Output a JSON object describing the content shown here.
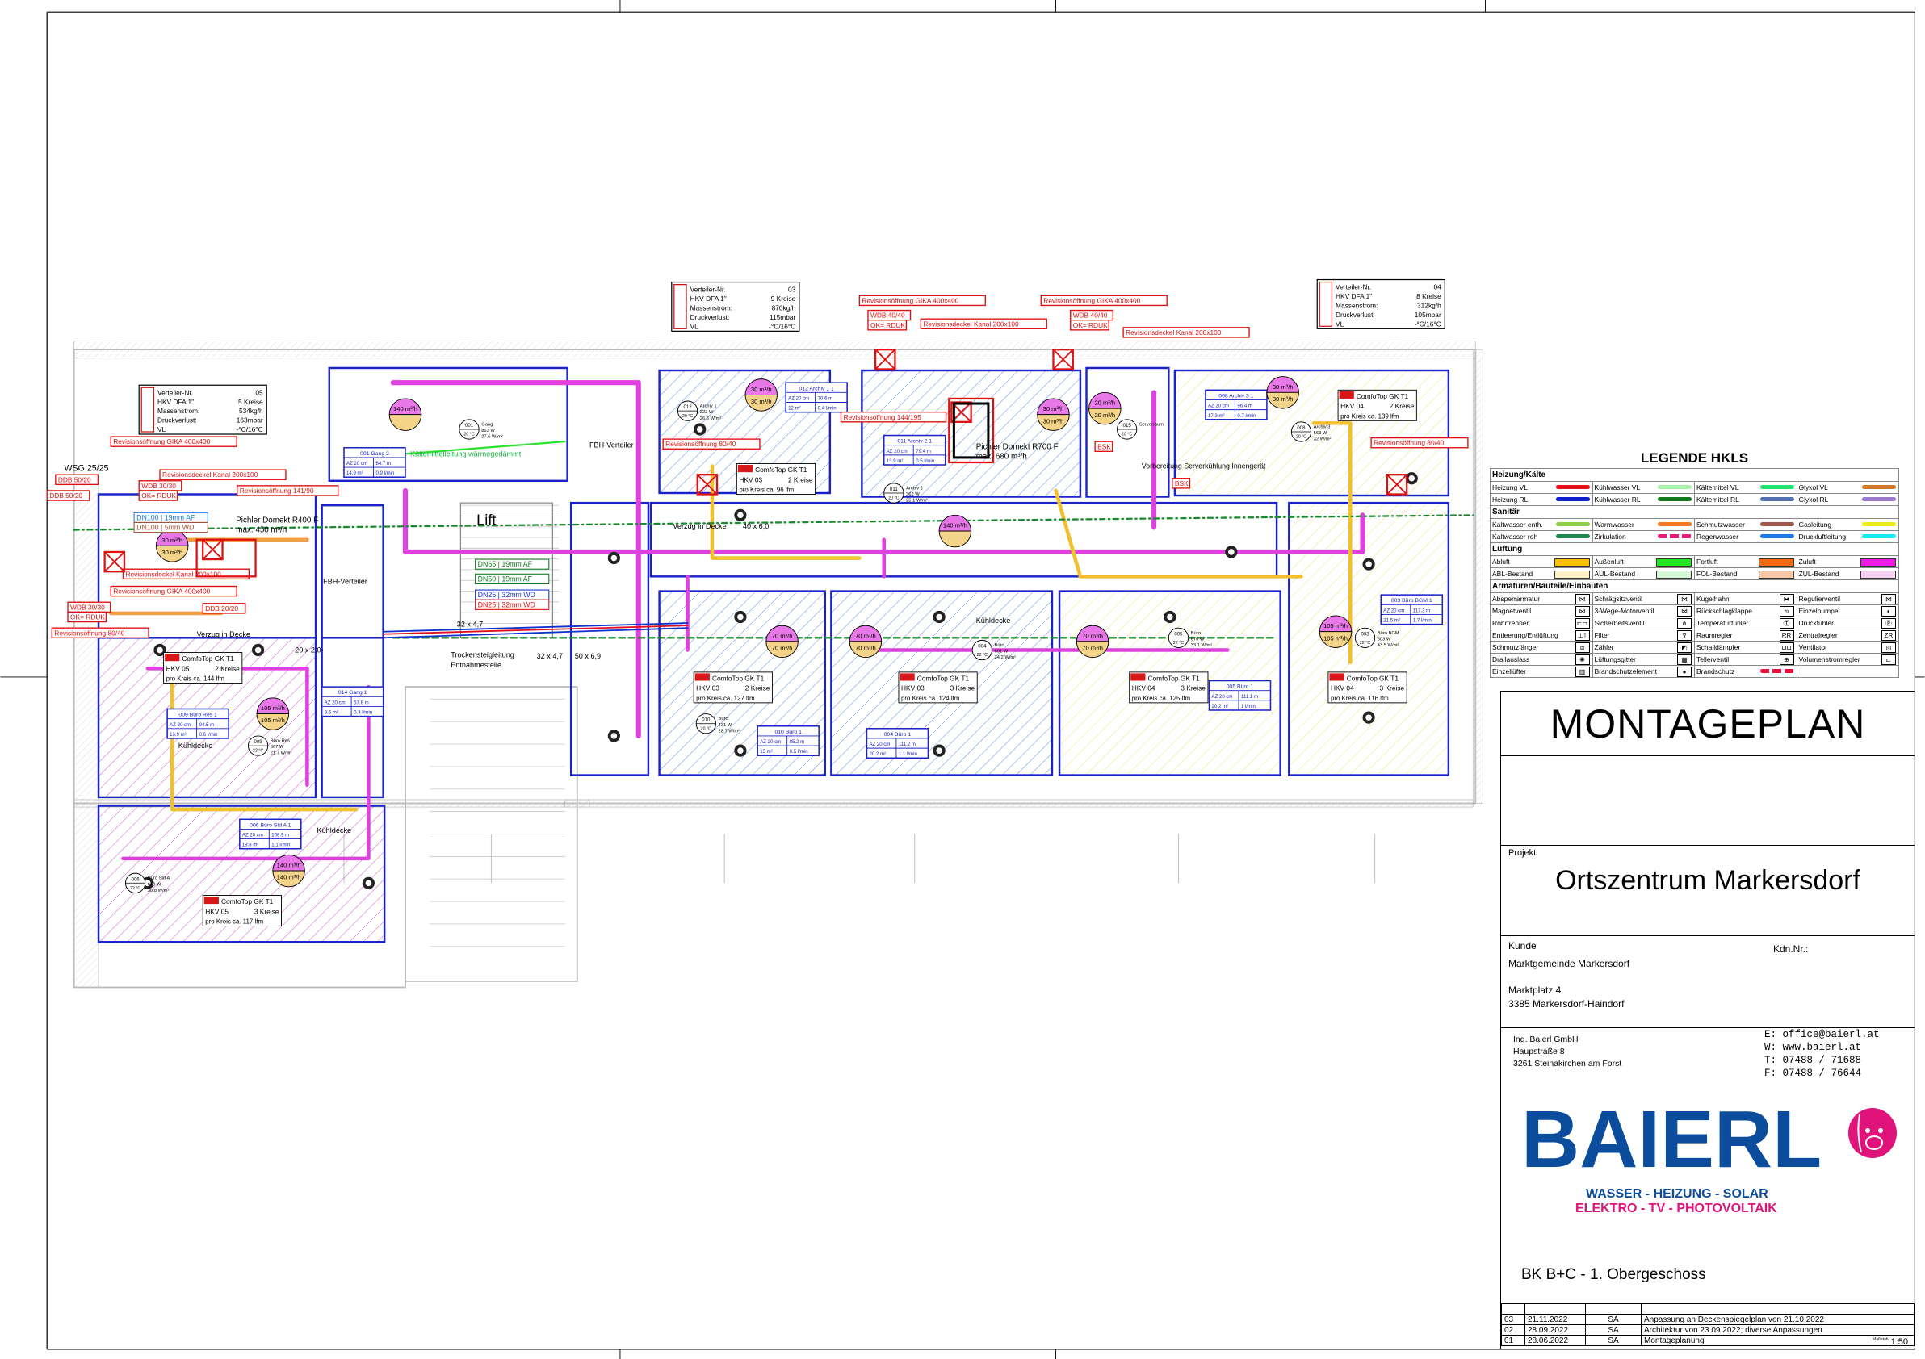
{
  "plan": {
    "distributors": [
      {
        "rows": [
          [
            "Verteiler-Nr.",
            "05"
          ],
          [
            "HKV DFA 1\"",
            "5 Kreise"
          ],
          [
            "Massenstrom:",
            "534kg/h"
          ],
          [
            "Druckverlust:",
            "163mbar"
          ],
          [
            "VL",
            "-°C/16°C"
          ]
        ]
      },
      {
        "rows": [
          [
            "Verteiler-Nr.",
            "03"
          ],
          [
            "HKV DFA 1\"",
            "9 Kreise"
          ],
          [
            "Massenstrom:",
            "870kg/h"
          ],
          [
            "Druckverlust:",
            "115mbar"
          ],
          [
            "VL",
            "-°C/16°C"
          ]
        ]
      },
      {
        "rows": [
          [
            "Verteiler-Nr.",
            "04"
          ],
          [
            "HKV DFA 1\"",
            "8 Kreise"
          ],
          [
            "Massenstrom:",
            "312kg/h"
          ],
          [
            "Druckverlust:",
            "105mbar"
          ],
          [
            "VL",
            "-°C/16°C"
          ]
        ]
      }
    ],
    "red_labels": [
      "Revisionsöffnung GIKA 400x400",
      "Revisionsöffnung GIKA 400x400",
      "Revisionsöffnung GIKA 400x400",
      "Revisionsöffnung GIKA 400x400",
      "WDB 30/30",
      "OK= RDUK",
      "WDB 30/30",
      "OK= RDUK",
      "Revisionsdeckel Kanal 200x100",
      "Revisionsdeckel Kanal 200x100",
      "Revisionsdeckel Kanal 200x100",
      "Revisionsdeckel Kanal 200x100",
      "DDB 50/20",
      "DDB 50/20",
      "Revisionsöffnung 141/90",
      "DDB 20/20",
      "Revisionsöffnung 80/40",
      "Revisionsöffnung 80/40",
      "Revisionsöffnung 80/40",
      "WDB 40/40",
      "OK= RDUK",
      "WDB 40/40",
      "OK= RDUK",
      "Revisionsöffnung 144/195",
      "BSK",
      "BSK"
    ],
    "labels": [
      "WSG 25/25",
      "Lift",
      "FBH-Verteiler",
      "FBH-Verteiler",
      "Verzug in Decke",
      "40 x 6,0",
      "Verzug in Decke",
      "Pichler Domekt R400 F",
      "max. 450 m³/h",
      "Pichler Domekt R700 F",
      "max. 680 m³/h",
      "Kühldecke",
      "Kühldecke",
      "Kühldecke",
      "Trockensteigleitung",
      "Entnahmestelle",
      "Vorbereitung Serverkühlung Innengerät",
      "32 x 4,7",
      "32 x 4,7",
      "50 x 6,9",
      "20 x 2,0"
    ],
    "green_label": "Kältemittelleitung wärmegedämmt",
    "dn_labels": [
      "DN100 | 19mm AF",
      "DN100 | 5mm WD",
      "DN65 | 19mm AF",
      "DN50 | 19mm AF",
      "DN25 | 32mm WD",
      "DN25 | 32mm WD"
    ],
    "room_tags": [
      {
        "id": "001 Gang 2",
        "az": "AZ 20 cm",
        "len": "84.7 m",
        "area": "14.9 m²",
        "flow": "0.9 l/min"
      },
      {
        "id": "012 Archiv 1 1",
        "az": "AZ 20 cm",
        "len": "70.6 m",
        "area": "12 m²",
        "flow": "0.4 l/min"
      },
      {
        "id": "011 Archiv 2 1",
        "az": "AZ 20 cm",
        "len": "79.4 m",
        "area": "13.9 m²",
        "flow": "0.5 l/min"
      },
      {
        "id": "008 Archiv 3 1",
        "az": "AZ 20 cm",
        "len": "96.4 m",
        "area": "17.3 m²",
        "flow": "0.7 l/min"
      },
      {
        "id": "014 Gang 1",
        "az": "AZ 20 cm",
        "len": "57.8 m",
        "area": "9.6 m²",
        "flow": "0.3 l/min"
      },
      {
        "id": "009 Büro Res 1",
        "az": "AZ 20 cm",
        "len": "94.5 m",
        "area": "16.9 m²",
        "flow": "0.6 l/min"
      },
      {
        "id": "006 Büro Std A 1",
        "az": "AZ 20 cm",
        "len": "108.9 m",
        "area": "19.8 m²",
        "flow": "1.1 l/min"
      },
      {
        "id": "010 Büro 1",
        "az": "AZ 20 cm",
        "len": "85.2 m",
        "area": "15 m²",
        "flow": "0.5 l/min"
      },
      {
        "id": "004 Büro 1",
        "az": "AZ 20 cm",
        "len": "111.2 m",
        "area": "20.2 m²",
        "flow": "1.1 l/min"
      },
      {
        "id": "005 Büro 1",
        "az": "AZ 20 cm",
        "len": "111.1 m",
        "area": "20.2 m²",
        "flow": "1 l/min"
      },
      {
        "id": "003 Büro BGM 1",
        "az": "AZ 20 cm",
        "len": "117.3 m",
        "area": "21.5 m²",
        "flow": "1.7 l/min"
      }
    ],
    "airflows": [
      {
        "supply": "140 m³/h",
        "extract": ""
      },
      {
        "supply": "30 m³/h",
        "extract": "30 m³/h"
      },
      {
        "supply": "140 m³/h",
        "extract": ""
      },
      {
        "supply": "30 m³/h",
        "extract": "30 m³/h"
      },
      {
        "supply": "20 m³/h",
        "extract": "20 m³/h"
      },
      {
        "supply": "30 m³/h",
        "extract": "30 m³/h"
      },
      {
        "supply": "30 m³/h",
        "extract": "30 m³/h"
      },
      {
        "supply": "105 m³/h",
        "extract": "105 m³/h"
      },
      {
        "supply": "105 m³/h",
        "extract": "105 m³/h"
      },
      {
        "supply": "70 m³/h",
        "extract": "70 m³/h"
      },
      {
        "supply": "70 m³/h",
        "extract": "70 m³/h"
      },
      {
        "supply": "70 m³/h",
        "extract": "70 m³/h"
      },
      {
        "supply": "140 m³/h",
        "extract": "140 m³/h"
      }
    ],
    "units": [
      {
        "title": "ComfoTop GK T1",
        "hkv": "HKV 05",
        "kreise": "2 Kreise",
        "lfm": "pro Kreis ca. 144 lfm"
      },
      {
        "title": "ComfoTop GK T1",
        "hkv": "HKV 03",
        "kreise": "2 Kreise",
        "lfm": "pro Kreis ca. 96 lfm"
      },
      {
        "title": "ComfoTop GK T1",
        "hkv": "HKV 04",
        "kreise": "2 Kreise",
        "lfm": "pro Kreis ca. 139 lfm"
      },
      {
        "title": "ComfoTop GK T1",
        "hkv": "HKV 03",
        "kreise": "2 Kreise",
        "lfm": "pro Kreis ca. 127 lfm"
      },
      {
        "title": "ComfoTop GK T1",
        "hkv": "HKV 03",
        "kreise": "3 Kreise",
        "lfm": "pro Kreis ca. 124 lfm"
      },
      {
        "title": "ComfoTop GK T1",
        "hkv": "HKV 04",
        "kreise": "3 Kreise",
        "lfm": "pro Kreis ca. 125 lfm"
      },
      {
        "title": "ComfoTop GK T1",
        "hkv": "HKV 04",
        "kreise": "3 Kreise",
        "lfm": "pro Kreis ca. 116 lfm"
      },
      {
        "title": "ComfoTop GK T1",
        "hkv": "HKV 05",
        "kreise": "3 Kreise",
        "lfm": "pro Kreis ca. 117 lfm"
      }
    ],
    "room_markers": [
      {
        "nr": "001",
        "temp": "20 °C",
        "name": "Gang",
        "w": "863 W",
        "wm": "27.6 W/m²"
      },
      {
        "nr": "012",
        "temp": "20 °C",
        "name": "Archiv 1",
        "w": "322 W",
        "wm": "26.6 W/m²"
      },
      {
        "nr": "011",
        "temp": "20 °C",
        "name": "Archiv 2",
        "w": "362 W",
        "wm": "26.1 W/m²"
      },
      {
        "nr": "015",
        "temp": "20 °C",
        "name": "Serverraum",
        "w": "",
        "wm": ""
      },
      {
        "nr": "008",
        "temp": "20 °C",
        "name": "Archiv 3",
        "w": "563 W",
        "wm": "32 W/m²"
      },
      {
        "nr": "010",
        "temp": "20 °C",
        "name": "Büro",
        "w": "431 W",
        "wm": "28.7 W/m²"
      },
      {
        "nr": "004",
        "temp": "22 °C",
        "name": "Büro",
        "w": "601 W",
        "wm": "34.2 W/m²"
      },
      {
        "nr": "005",
        "temp": "22 °C",
        "name": "Büro",
        "w": "670 W",
        "wm": "33.1 W/m²"
      },
      {
        "nr": "003",
        "temp": "22 °C",
        "name": "Büro BGM",
        "w": "603 W",
        "wm": "43.5 W/m²"
      },
      {
        "nr": "009",
        "temp": "22 °C",
        "name": "Büro Res",
        "w": "367 W",
        "wm": "21.7 W/m²"
      },
      {
        "nr": "006",
        "temp": "22 °C",
        "name": "Büro Std A",
        "w": "610 W",
        "wm": "30.8 W/m²"
      }
    ]
  },
  "legend": {
    "title": "LEGENDE HKLS",
    "sections": [
      {
        "title": "Heizung/Kälte",
        "items": [
          {
            "label": "Heizung VL",
            "color": "#e8101c",
            "style": "line"
          },
          {
            "label": "Kühlwasser VL",
            "color": "#a6f3a6",
            "style": "line"
          },
          {
            "label": "Kältemittel VL",
            "color": "#22e86e",
            "style": "line"
          },
          {
            "label": "Glykol VL",
            "color": "#cc7a2e",
            "style": "line"
          },
          {
            "label": "Heizung RL",
            "color": "#1020d0",
            "style": "line"
          },
          {
            "label": "Kühlwasser RL",
            "color": "#137a1e",
            "style": "line"
          },
          {
            "label": "Kältemittel RL",
            "color": "#5570b0",
            "style": "line"
          },
          {
            "label": "Glykol RL",
            "color": "#9b7acc",
            "style": "line"
          }
        ]
      },
      {
        "title": "Sanitär",
        "items": [
          {
            "label": "Kaltwasser enth.",
            "color": "#8ed04a",
            "style": "line"
          },
          {
            "label": "Warmwasser",
            "color": "#f47a20",
            "style": "line"
          },
          {
            "label": "Schmutzwasser",
            "color": "#a0584a",
            "style": "line"
          },
          {
            "label": "Gasleitung",
            "color": "#ecec1a",
            "style": "line"
          },
          {
            "label": "Kaltwasser roh",
            "color": "#1a8a50",
            "style": "line"
          },
          {
            "label": "Zirkulation",
            "color": "#e81a78",
            "style": "dash"
          },
          {
            "label": "Regenwasser",
            "color": "#1a78e8",
            "style": "line"
          },
          {
            "label": "Druckluftleitung",
            "color": "#1ae8f0",
            "style": "line"
          }
        ]
      },
      {
        "title": "Lüftung",
        "items": [
          {
            "label": "Abluft",
            "color": "#fbc000",
            "style": "fill"
          },
          {
            "label": "Außenluft",
            "color": "#22e822",
            "style": "fill"
          },
          {
            "label": "Fortluft",
            "color": "#f86a10",
            "style": "fill"
          },
          {
            "label": "Zuluft",
            "color": "#f01ae8",
            "style": "fill"
          },
          {
            "label": "ABL-Bestand",
            "color": "#fff0c8",
            "style": "fill"
          },
          {
            "label": "AUL-Bestand",
            "color": "#d4f8d4",
            "style": "fill"
          },
          {
            "label": "FOL-Bestand",
            "color": "#f8c8a8",
            "style": "fill"
          },
          {
            "label": "ZUL-Bestand",
            "color": "#f8d0f4",
            "style": "fill"
          }
        ]
      },
      {
        "title": "Armaturen/Bauteile/Einbauten",
        "items": [
          {
            "label": "Absperrarmatur",
            "icon": "gate-valve-icon",
            "glyph": "⋈"
          },
          {
            "label": "Schrägsitzventil",
            "icon": "angle-seat-valve-icon",
            "glyph": "⋈"
          },
          {
            "label": "Kugelhahn",
            "icon": "ball-valve-icon",
            "glyph": "⧓"
          },
          {
            "label": "Regulierventil",
            "icon": "regulating-valve-icon",
            "glyph": "⋈"
          },
          {
            "label": "Magnetventil",
            "icon": "solenoid-valve-icon",
            "glyph": "⋈"
          },
          {
            "label": "3-Wege-Motorventil",
            "icon": "three-way-valve-icon",
            "glyph": "⋈"
          },
          {
            "label": "Rückschlagklappe",
            "icon": "check-valve-icon",
            "glyph": "⧅"
          },
          {
            "label": "Einzelpumpe",
            "icon": "pump-icon",
            "glyph": "◐"
          },
          {
            "label": "Rohrtrenner",
            "icon": "pipe-separator-icon",
            "glyph": "⊏⊐"
          },
          {
            "label": "Sicherheitsventil",
            "icon": "safety-valve-icon",
            "glyph": "⋔"
          },
          {
            "label": "Temperaturfühler",
            "icon": "temperature-sensor-icon",
            "glyph": "Ⓣ"
          },
          {
            "label": "Druckfühler",
            "icon": "pressure-sensor-icon",
            "glyph": "Ⓟ"
          },
          {
            "label": "Entleerung/Entlüftung",
            "icon": "drain-vent-icon",
            "glyph": "⊥†"
          },
          {
            "label": "Filter",
            "icon": "filter-icon",
            "glyph": "⊽"
          },
          {
            "label": "Raumregler",
            "icon": "room-controller-icon",
            "glyph": "RR"
          },
          {
            "label": "Zentralregler",
            "icon": "central-controller-icon",
            "glyph": "ZR"
          },
          {
            "label": "Schmutzfänger",
            "icon": "strainer-icon",
            "glyph": "⧄"
          },
          {
            "label": "Zähler",
            "icon": "meter-icon",
            "glyph": "◩"
          },
          {
            "label": "Schalldämpfer",
            "icon": "silencer-icon",
            "glyph": "⊔⊔"
          },
          {
            "label": "Ventilator",
            "icon": "fan-icon",
            "glyph": "◎"
          },
          {
            "label": "Drallauslass",
            "icon": "swirl-diffuser-icon",
            "glyph": "✺"
          },
          {
            "label": "Lüftungsgitter",
            "icon": "ventilation-grille-icon",
            "glyph": "▦"
          },
          {
            "label": "Tellerventil",
            "icon": "disc-valve-icon",
            "glyph": "⊕"
          },
          {
            "label": "Volumenstromregler",
            "icon": "volume-flow-controller-icon",
            "glyph": "⊏"
          },
          {
            "label": "Einzellüfter",
            "icon": "single-fan-icon",
            "glyph": "▥"
          },
          {
            "label": "Brandschutzelement",
            "icon": "fire-protection-element-icon",
            "glyph": "●"
          },
          {
            "label": "Brandschutz",
            "color": "#e8103c",
            "style": "dash"
          },
          {
            "label": ""
          }
        ]
      }
    ]
  },
  "title_block": {
    "heading": "MONTAGEPLAN",
    "project_label": "Projekt",
    "project": "Ortszentrum Markersdorf",
    "customer_label": "Kunde",
    "customer_no_label": "Kdn.Nr.:",
    "customer": "Marktgemeinde Markersdorf",
    "customer_street": "Marktplatz 4",
    "customer_city": "3385 Markersdorf-Haindorf",
    "company": "Ing. Baierl GmbH",
    "company_street": "Haupstraße 8",
    "company_city": "3261 Steinakirchen am Forst",
    "email": "E: office@baierl.at",
    "web": "W: www.baierl.at",
    "tel": "T: 07488 / 71688",
    "fax": "F: 07488 / 76644",
    "logo": {
      "name": "BAIERL",
      "line1": "WASSER - HEIZUNG - SOLAR",
      "line2": "ELEKTRO - TV - PHOTOVOLTAIK",
      "blue": "#0b4c9c",
      "pink": "#e0137b"
    },
    "plan_name": "BK B+C - 1. Obergeschoss",
    "revisions": [
      {
        "nr": "03",
        "date": "21.11.2022",
        "by": "SA",
        "text": "Anpassung an Deckenspiegelplan von 21.10.2022"
      },
      {
        "nr": "02",
        "date": "28.09.2022",
        "by": "SA",
        "text": "Architektur von 23.09.2022; diverse Anpassungen"
      },
      {
        "nr": "01",
        "date": "28.06.2022",
        "by": "SA",
        "text": "Montageplanung"
      }
    ],
    "scale_label": "Maßstab",
    "scale": "1:50"
  }
}
